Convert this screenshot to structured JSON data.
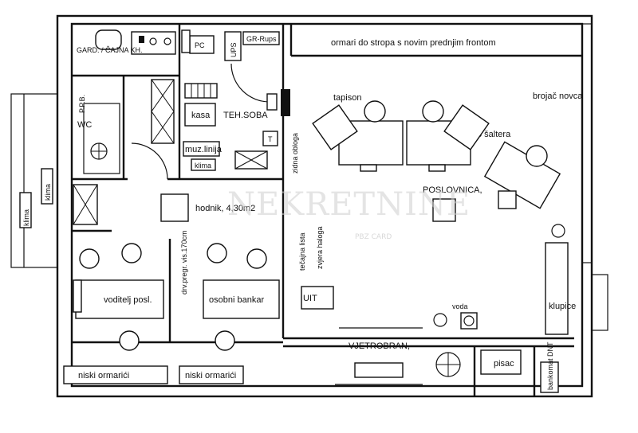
{
  "labels": {
    "ppb": "P.P.B.",
    "garderoba": "GARD. / ČAJNA KH.",
    "pc": "PC",
    "ups": "UPS",
    "gr_rups": "GR-Rups",
    "ormari": "ormari do stropa s novim prednjim frontom",
    "wc": "WC",
    "kasa": "kasa",
    "teh_soba": "TEH.SOBA",
    "t": "T",
    "muz_linija": "muz.linija",
    "klima_1": "klima",
    "tapison": "tapison",
    "brojac_novca": "brojač novca",
    "saltera": "3 šaltera",
    "zidna_obloga": "zidna obloga",
    "klima_2": "klima",
    "klima_3": "klima",
    "hodnik": "hodnik, 4,30m2",
    "poslovnica": "POSLOVNICA,",
    "tecajna_lista": "tečajna lista",
    "zvjera_haloga": "zvjera haloga",
    "drv_pregr": "drv.pregr. vis.170cm",
    "voditelj": "voditelj posl.",
    "osobni_bankar": "osobni bankar",
    "uit": "UIT",
    "voda": "voda",
    "klupice": "klupice",
    "vjetrobran": "VJETROBRAN,",
    "niski_ormarici_1": "niski ormarići",
    "niski_ormarici_2": "niski ormarići",
    "pisac": "pisac",
    "bankomat": "bankomat DNT"
  },
  "watermark": {
    "main": "NEKRETNINE",
    "sub": "PBZ CARD"
  }
}
